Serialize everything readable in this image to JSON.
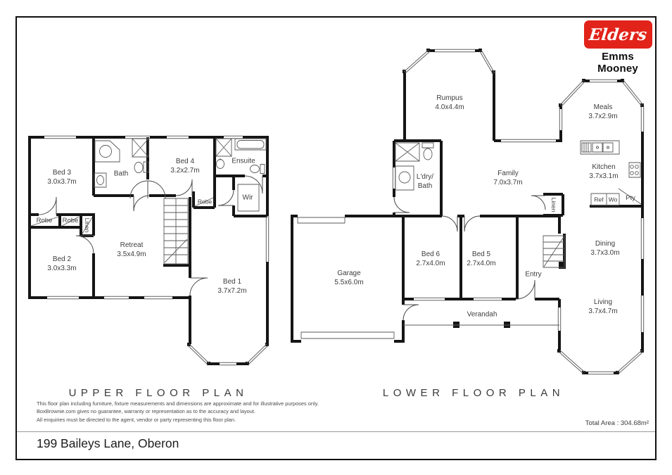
{
  "header": {
    "logo": {
      "brand": "Elders",
      "agency": "Emms Mooney",
      "brand_color": "#e2231a"
    }
  },
  "upper_floor": {
    "title": "UPPER FLOOR PLAN",
    "rooms": {
      "bed3": {
        "name": "Bed 3",
        "dims": "3.0x3.7m"
      },
      "bath": {
        "name": "Bath"
      },
      "bed4": {
        "name": "Bed 4",
        "dims": "3.2x2.7m"
      },
      "ensuite": {
        "name": "Ensuite"
      },
      "wir": {
        "name": "Wir"
      },
      "robe_bed4": {
        "name": "Robe"
      },
      "robe_a": {
        "name": "Robe"
      },
      "robe_b": {
        "name": "Robe"
      },
      "linen": {
        "name": "Linen"
      },
      "retreat": {
        "name": "Retreat",
        "dims": "3.5x4.9m"
      },
      "bed2": {
        "name": "Bed 2",
        "dims": "3.0x3.3m"
      },
      "bed1": {
        "name": "Bed 1",
        "dims": "3.7x7.2m"
      }
    }
  },
  "lower_floor": {
    "title": "LOWER FLOOR PLAN",
    "rooms": {
      "rumpus": {
        "name": "Rumpus",
        "dims": "4.0x4.4m"
      },
      "ldry_bath": {
        "line1": "L'dry/",
        "line2": "Bath"
      },
      "family": {
        "name": "Family",
        "dims": "7.0x3.7m"
      },
      "meals": {
        "name": "Meals",
        "dims": "3.7x2.9m"
      },
      "kitchen": {
        "name": "Kitchen",
        "dims": "3.7x3.1m"
      },
      "ref": {
        "name": "Ref"
      },
      "wo": {
        "name": "Wo"
      },
      "pty": {
        "name": "Pty"
      },
      "linen": {
        "name": "Linen"
      },
      "dining": {
        "name": "Dining",
        "dims": "3.7x3.0m"
      },
      "garage": {
        "name": "Garage",
        "dims": "5.5x6.0m"
      },
      "bed6": {
        "name": "Bed 6",
        "dims": "2.7x4.0m"
      },
      "bed5": {
        "name": "Bed 5",
        "dims": "2.7x4.0m"
      },
      "entry": {
        "name": "Entry"
      },
      "verandah": {
        "name": "Verandah"
      },
      "living": {
        "name": "Living",
        "dims": "3.7x4.7m"
      }
    }
  },
  "footer": {
    "disclaimer_lines": [
      "This floor plan including furniture, fixture measurements and dimensions are approximate and for illustrative purposes only.",
      "BoxBrownie.com gives no guarantee, warranty or representation as to the accuracy and layout.",
      "All enquiries must be directed to the agent, vendor or party representing this floor plan."
    ],
    "total_area": "Total Area : 304.68m²",
    "address": "199 Baileys Lane, Oberon"
  },
  "colors": {
    "wall": "#151515",
    "thin_line": "#5a5a5a",
    "brand_red": "#e2231a"
  }
}
